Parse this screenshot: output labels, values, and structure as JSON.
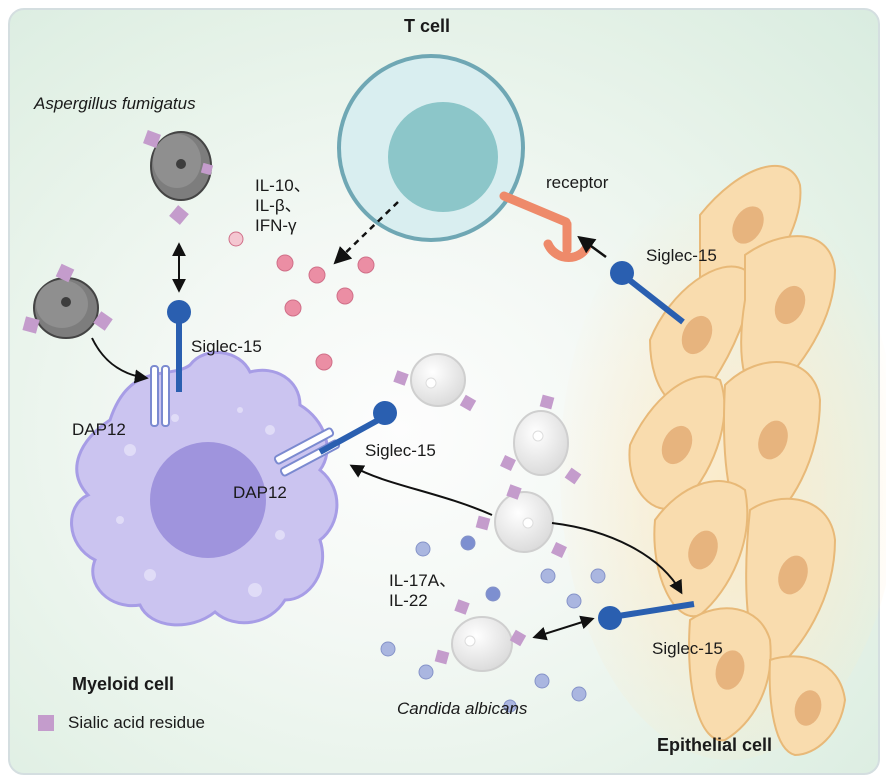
{
  "labels": {
    "t_cell": "T cell",
    "aspergillus": "Aspergillus fumigatus",
    "cytokines_top": [
      "IL-10、",
      "IL-β、",
      "IFN-γ"
    ],
    "receptor": "receptor",
    "siglec_epi_top": "Siglec-15",
    "siglec_myeloid_top": "Siglec-15",
    "dap12_left": "DAP12",
    "siglec_myeloid_right": "Siglec-15",
    "dap12_right": "DAP12",
    "cytokines_bottom": [
      "IL-17A、",
      "IL-22"
    ],
    "siglec_epi_bottom": "Siglec-15",
    "myeloid_cell": "Myeloid cell",
    "candida": "Candida albicans",
    "epithelial_cell": "Epithelial cell",
    "legend_sialic": "Sialic acid residue"
  },
  "colors": {
    "siglec": "#2a5fb0",
    "receptor": "#ee8a6a",
    "sialic": "#c49ccc",
    "myeloid": "#c9c3ee",
    "epithelial": "#f8ddb0",
    "t_cell": "#b6dde0",
    "cytokine_pink": "#e98aa0",
    "cytokine_blue": "#a9b6de"
  }
}
